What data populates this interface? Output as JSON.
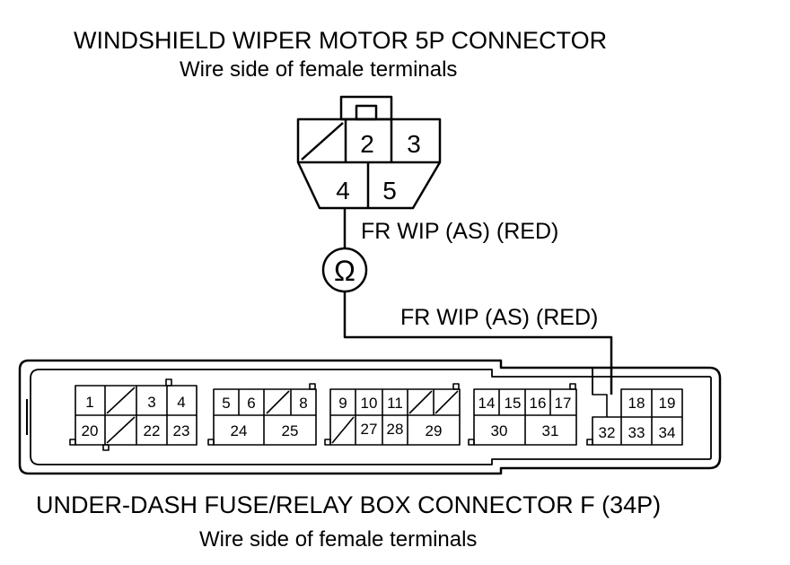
{
  "top_connector": {
    "title": "WINDSHIELD WIPER MOTOR 5P CONNECTOR",
    "subtitle": "Wire side of female terminals",
    "pins": [
      "2",
      "3",
      "4",
      "5"
    ]
  },
  "wires": {
    "upper_label": "FR WIP (AS) (RED)",
    "lower_label": "FR WIP (AS) (RED)",
    "meter_symbol": "Ω"
  },
  "bottom_connector": {
    "title": "UNDER-DASH FUSE/RELAY BOX CONNECTOR F (34P)",
    "subtitle": "Wire side of female terminals",
    "pins": [
      "1",
      "3",
      "4",
      "20",
      "22",
      "23",
      "5",
      "6",
      "8",
      "24",
      "25",
      "9",
      "10",
      "11",
      "27",
      "28",
      "29",
      "14",
      "15",
      "16",
      "17",
      "30",
      "31",
      "18",
      "19",
      "32",
      "33",
      "34"
    ]
  }
}
